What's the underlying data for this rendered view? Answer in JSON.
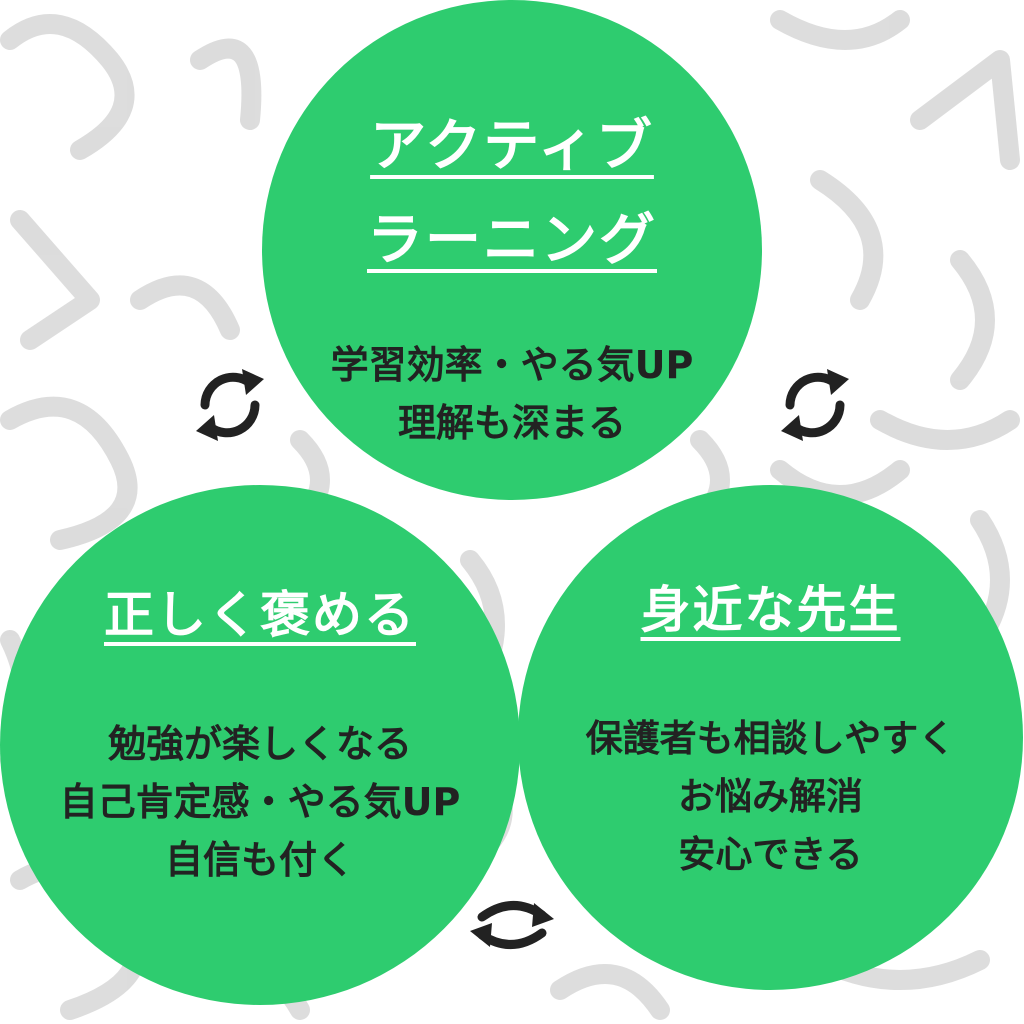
{
  "circles": {
    "top": {
      "title_lines": [
        "アクティブ",
        "ラーニング"
      ],
      "body_lines": [
        "学習効率・やる気UP",
        "理解も深まる"
      ]
    },
    "left": {
      "title": "正しく褒める",
      "body_lines": [
        "勉強が楽しくなる",
        "自己肯定感・やる気UP",
        "自信も付く"
      ]
    },
    "right": {
      "title": "身近な先生",
      "body_lines": [
        "保護者も相談しやすく",
        "お悩み解消",
        "安心できる"
      ]
    }
  },
  "colors": {
    "circle": "#2ecc6f",
    "title_text": "#ffffff",
    "body_text": "#222222",
    "arrow": "#222222",
    "background_scribble": "#d6d6d6"
  },
  "icons": [
    "cycle-arrows-icon"
  ]
}
